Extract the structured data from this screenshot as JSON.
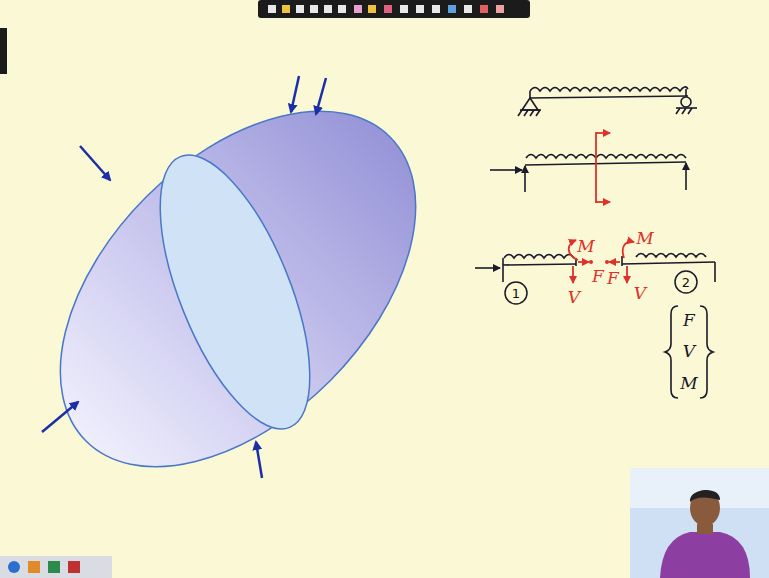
{
  "diagram": {
    "nodes": [
      {
        "text": [
          "1"
        ]
      },
      {
        "text": [
          "2"
        ]
      }
    ],
    "labels": [
      "M",
      "F",
      "V",
      "F",
      "M",
      "V",
      "F",
      "V",
      "M"
    ]
  }
}
